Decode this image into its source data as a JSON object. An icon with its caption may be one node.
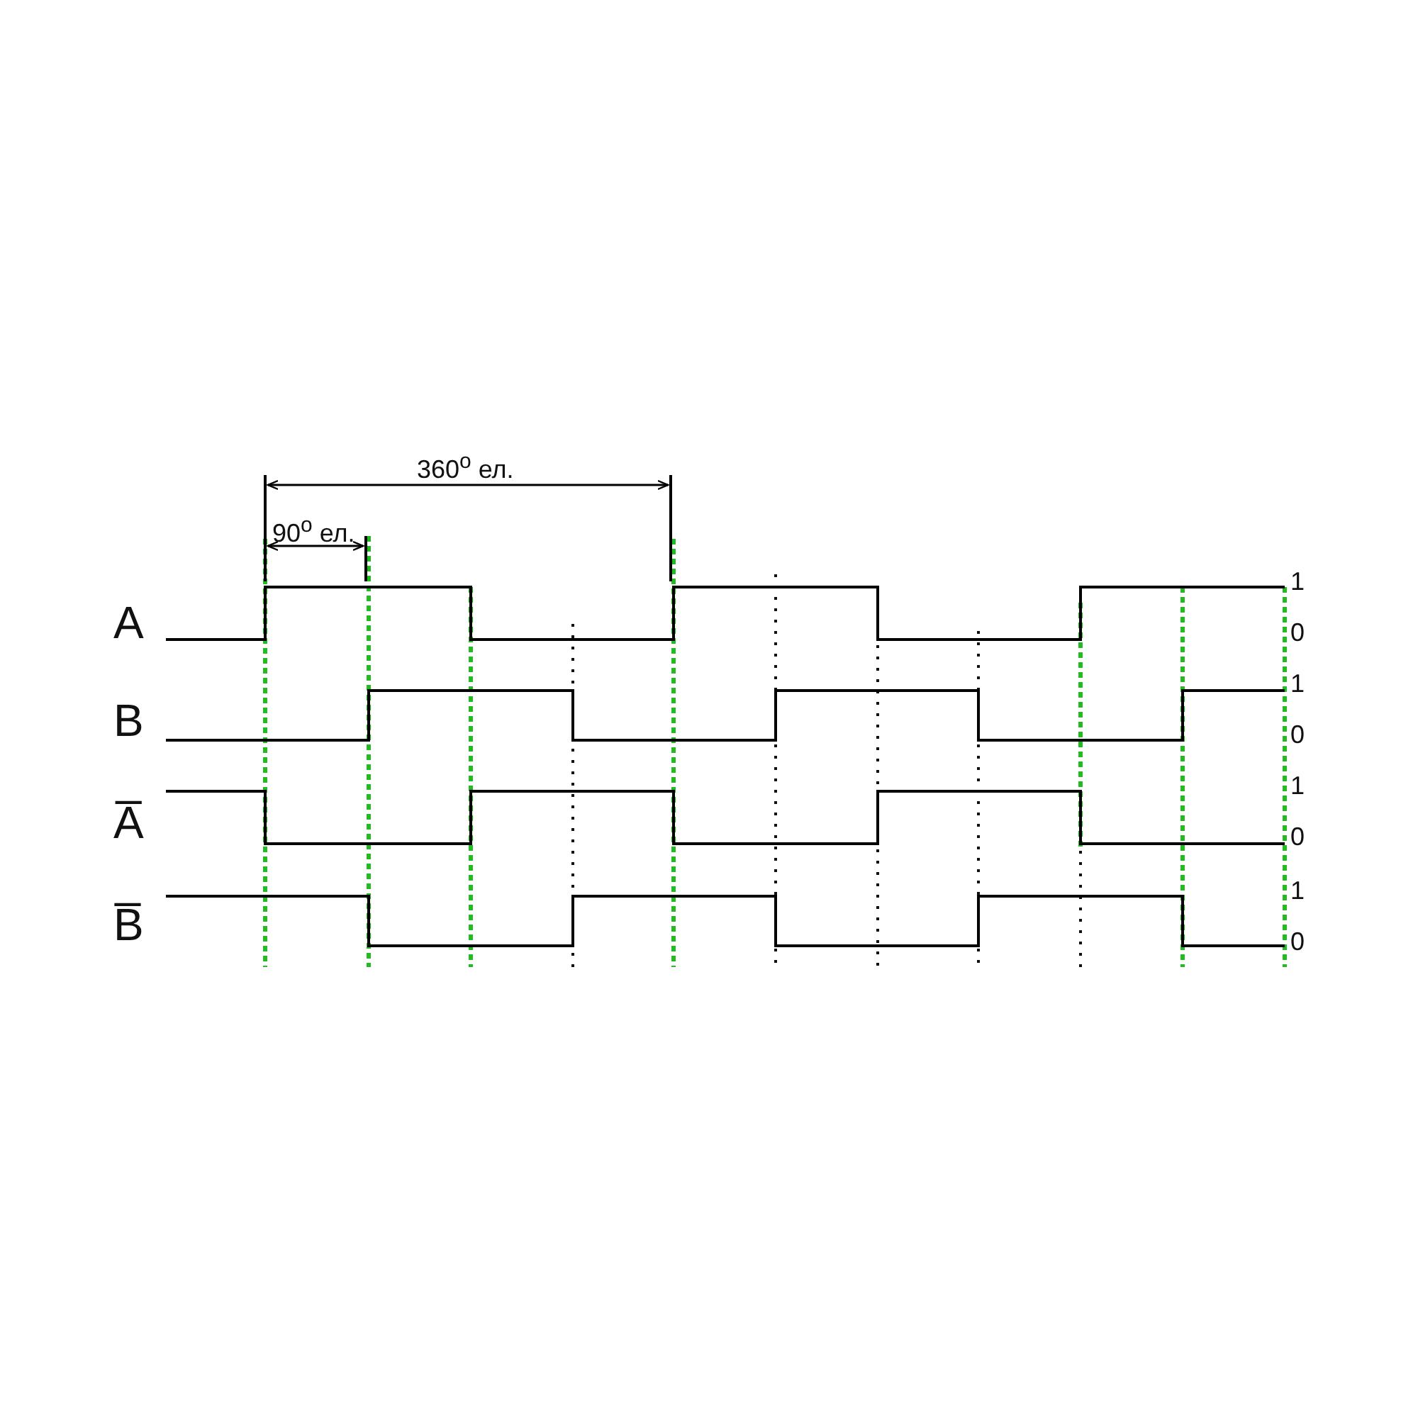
{
  "diagram": {
    "labels": [
      "360$^{o}$ ел.",
      "90$^{o}$ ел.",
      "A",
      "1",
      "0",
      "B",
      "1",
      "0",
      "A̅",
      "1",
      "0",
      "B̅",
      "1",
      "0"
    ]
  }
}
